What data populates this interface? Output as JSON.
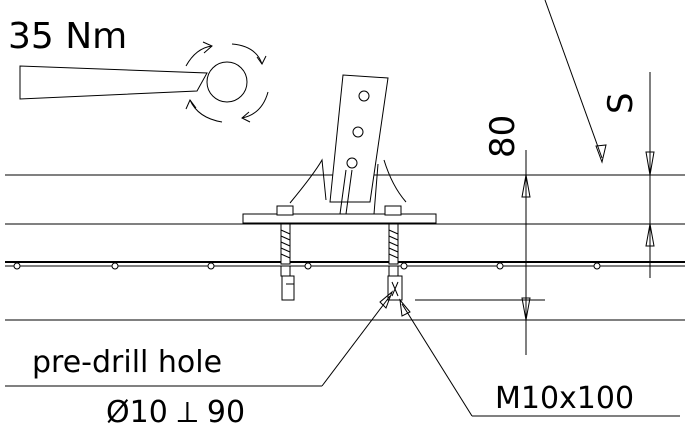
{
  "labels": {
    "torque": "35 Nm",
    "dimension_depth": "80",
    "dimension_s": "S",
    "predrill": "pre-drill hole",
    "drill_spec": "Ø10 ⟂ 90",
    "bolt": "M10x100"
  },
  "colors": {
    "line": "#000000",
    "background": "#ffffff"
  },
  "icons": {
    "torque_rotation": "rotation-arrows-icon",
    "wrench": "wrench-icon",
    "anchor": "anchor-bolt-icon"
  }
}
